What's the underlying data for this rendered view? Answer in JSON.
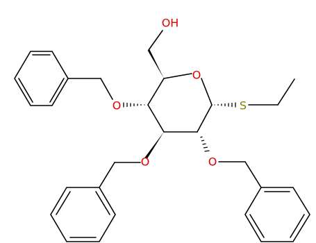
{
  "labels": {
    "hydroxyl": "OH",
    "ring_oxygen": "O",
    "c4_oxygen": "O",
    "c3_oxygen": "O",
    "c2_oxygen": "O",
    "sulfur": "S"
  },
  "colors": {
    "oxygen": "#e00000",
    "sulfur": "#808000",
    "bond": "#000000"
  }
}
